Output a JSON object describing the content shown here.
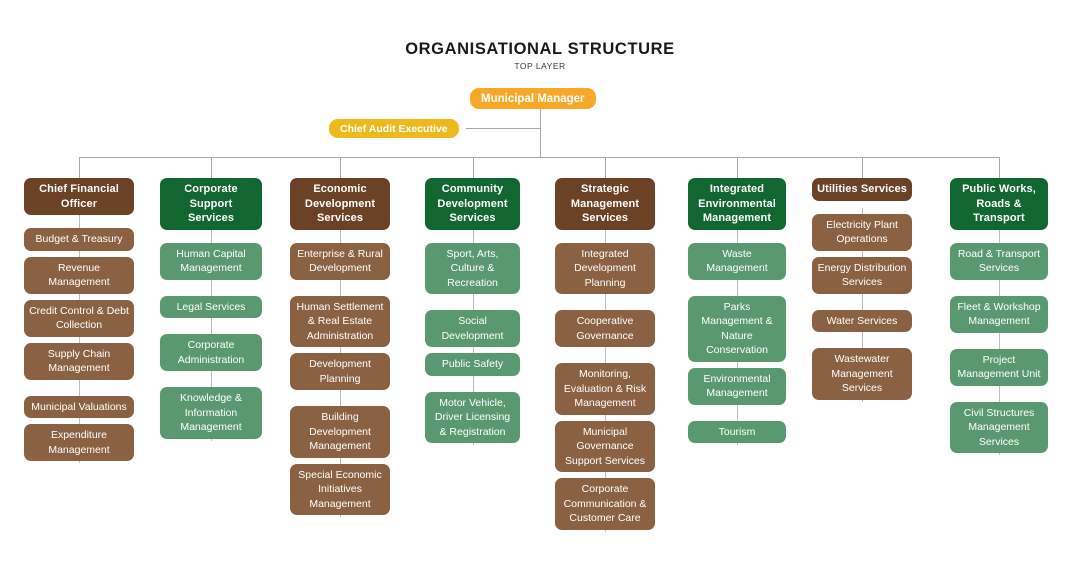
{
  "title": {
    "main": "ORGANISATIONAL STRUCTURE",
    "sub": "TOP LAYER"
  },
  "colors": {
    "municipal_manager": "#F7A827",
    "chief_audit_executive": "#EDB91C",
    "header_brown": "#6B4226",
    "child_brown": "#8A6142",
    "header_green": "#11672F",
    "child_green": "#5A9970",
    "connector": "#A8A8A8",
    "background": "#FFFFFF"
  },
  "executives": {
    "municipal_manager": "Municipal Manager",
    "chief_audit_executive": "Chief Audit Executive"
  },
  "chart_data": {
    "type": "diagram",
    "diagram_kind": "organisational-chart",
    "root": "Municipal Manager",
    "staff_unit": "Chief Audit Executive",
    "column_count": 8,
    "columns": [
      {
        "header": "Chief Financial Officer",
        "palette": "brown",
        "children": [
          {
            "label": "Budget & Treasury",
            "gap_before": false
          },
          {
            "label": "Revenue Management",
            "gap_before": false
          },
          {
            "label": "Credit Control & Debt Collection",
            "gap_before": false
          },
          {
            "label": "Supply Chain Management",
            "gap_before": false
          },
          {
            "label": "Municipal Valuations",
            "gap_before": true
          },
          {
            "label": "Expenditure Management",
            "gap_before": false
          }
        ]
      },
      {
        "header": "Corporate Support Services",
        "palette": "green",
        "children": [
          {
            "label": "Human Capital Management",
            "gap_before": false
          },
          {
            "label": "Legal Services",
            "gap_before": true
          },
          {
            "label": "Corporate Administration",
            "gap_before": true
          },
          {
            "label": "Knowledge & Information Management",
            "gap_before": true
          }
        ]
      },
      {
        "header": "Economic Development Services",
        "palette": "brown",
        "children": [
          {
            "label": "Enterprise & Rural Development",
            "gap_before": false
          },
          {
            "label": "Human Settlement & Real Estate Administration",
            "gap_before": true
          },
          {
            "label": "Development Planning",
            "gap_before": false
          },
          {
            "label": "Building Development Management",
            "gap_before": true
          },
          {
            "label": "Special Economic Initiatives Management",
            "gap_before": false
          }
        ]
      },
      {
        "header": "Community Development Services",
        "palette": "green",
        "children": [
          {
            "label": "Sport, Arts, Culture & Recreation",
            "gap_before": false
          },
          {
            "label": "Social Development",
            "gap_before": true
          },
          {
            "label": "Public Safety",
            "gap_before": false
          },
          {
            "label": "Motor Vehicle, Driver Licensing & Registration",
            "gap_before": true
          }
        ]
      },
      {
        "header": "Strategic Management Services",
        "palette": "brown",
        "children": [
          {
            "label": "Integrated Development Planning",
            "gap_before": false
          },
          {
            "label": "Cooperative Governance",
            "gap_before": true
          },
          {
            "label": "Monitoring, Evaluation & Risk Management",
            "gap_before": true
          },
          {
            "label": "Municipal Governance Support Services",
            "gap_before": false
          },
          {
            "label": "Corporate Communication & Customer Care",
            "gap_before": false
          }
        ]
      },
      {
        "header": "Integrated Environmental Management",
        "palette": "green",
        "children": [
          {
            "label": "Waste Management",
            "gap_before": false
          },
          {
            "label": "Parks Management & Nature Conservation",
            "gap_before": true
          },
          {
            "label": "Environmental Management",
            "gap_before": false
          },
          {
            "label": "Tourism",
            "gap_before": true
          }
        ]
      },
      {
        "header": "Utilities Services",
        "palette": "brown",
        "children": [
          {
            "label": "Electricity Plant Operations",
            "gap_before": false
          },
          {
            "label": "Energy Distribution Services",
            "gap_before": false
          },
          {
            "label": "Water Services",
            "gap_before": true
          },
          {
            "label": "Wastewater Management Services",
            "gap_before": true
          }
        ]
      },
      {
        "header": "Public Works, Roads & Transport",
        "palette": "green",
        "children": [
          {
            "label": "Road & Transport Services",
            "gap_before": false
          },
          {
            "label": "Fleet & Workshop Management",
            "gap_before": true
          },
          {
            "label": "Project Management Unit",
            "gap_before": true
          },
          {
            "label": "Civil Structures Management Services",
            "gap_before": true
          }
        ]
      }
    ]
  }
}
